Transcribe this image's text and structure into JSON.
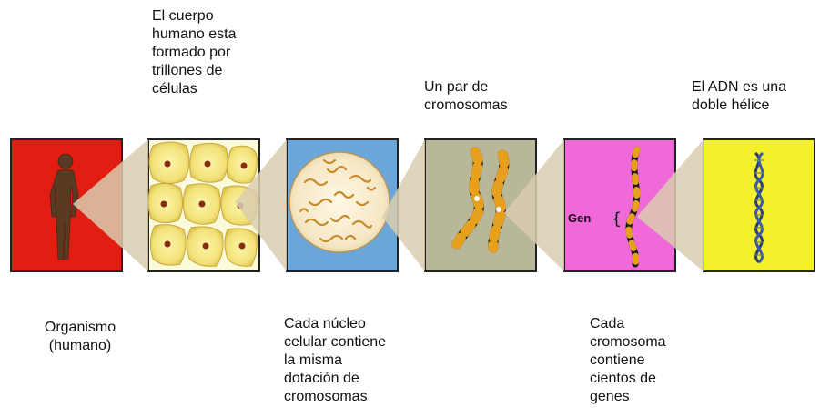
{
  "captions": {
    "cuerpo": "El cuerpo\nhumano esta\nformado por\ntrillones de\ncélulas",
    "par_cromosomas": "Un par de\ncromosomas",
    "adn": "El ADN es una\ndoble hélice",
    "organismo": "Organismo\n(humano)",
    "nucleo": "Cada núcleo\ncelular contiene\nla misma\ndotación de\ncromosomas",
    "cromosoma": "Cada\ncromosoma\ncontiene\ncientos de\ngenes"
  },
  "gene_label": "Gen",
  "brace": "{",
  "colors": {
    "panel_organismo": "#e21d12",
    "panel_celulas": "#fbfbdc",
    "panel_nucleo": "#6aa6d8",
    "panel_cromosomas": "#b9b79a",
    "panel_cromosoma": "#f069d8",
    "panel_adn": "#f4f02c",
    "zoom_cone": "#d9cdb0"
  }
}
